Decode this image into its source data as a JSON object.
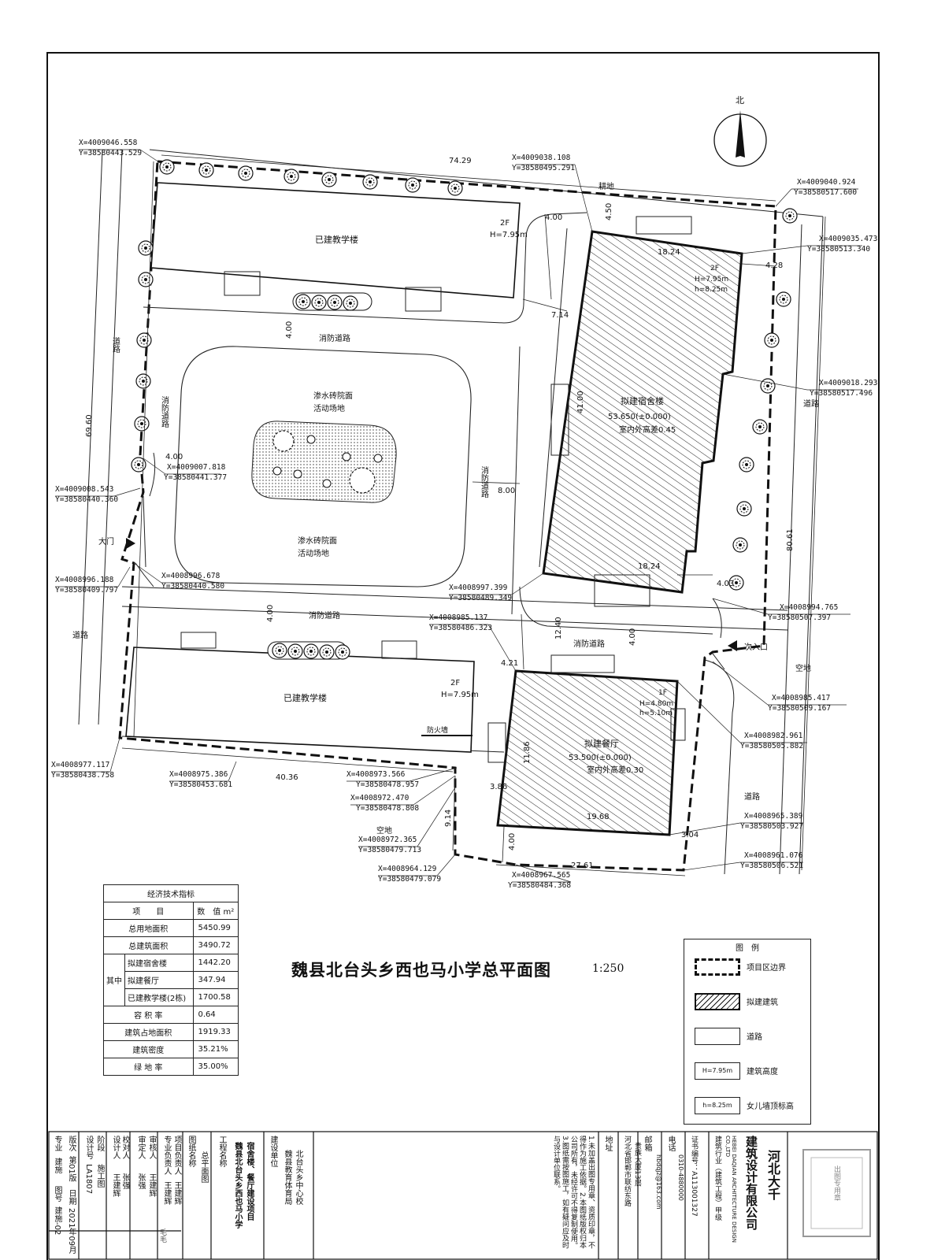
{
  "plan": {
    "title": "魏县北台头乡西也马小学总平面图",
    "scale": "1:250",
    "north_label": "北",
    "buildings": {
      "teach_top": {
        "name": "已建教学楼",
        "floors": "2F",
        "height": "H=7.95m"
      },
      "teach_bottom": {
        "name": "已建教学楼",
        "floors": "2F",
        "height": "H=7.95m",
        "firewall": "防火墙"
      },
      "dorm": {
        "name": "拟建宿舍楼",
        "floors": "2F",
        "height": "H=7.95m",
        "parapet": "h=8.25m",
        "elev": "53.650(±0.000)",
        "diff": "室内外高差0.45"
      },
      "canteen": {
        "name": "拟建餐厅",
        "floors": "1F",
        "height": "H=4.80m",
        "parapet": "h=5.10m",
        "elev": "53.500(±0.000)",
        "diff": "室内外高差0.30"
      }
    },
    "areas": {
      "play1a": "渗水砖院面",
      "play1b": "活动场地",
      "play2a": "渗水砖院面",
      "play2b": "活动场地",
      "fire_road": "消防道路",
      "fire_road_v1": "消防道路",
      "road": "道路",
      "farmland": "耕地",
      "space": "空地",
      "main_gate": "大门",
      "side_gate": "次入口"
    },
    "dims": [
      "74.29",
      "69.60",
      "80.61",
      "40.36",
      "27.61",
      "4.00",
      "4.50",
      "18.24",
      "4.28",
      "7.14",
      "8.00",
      "4.03",
      "12.40",
      "4.21",
      "3.86",
      "19.68",
      "3.04",
      "9.14",
      "11.86",
      "41.00"
    ],
    "coords": [
      {
        "x": "X=4009046.558",
        "y": "Y=38580443.529"
      },
      {
        "x": "X=4009038.108",
        "y": "Y=38580495.291"
      },
      {
        "x": "X=4009040.924",
        "y": "Y=38580517.600"
      },
      {
        "x": "X=4009035.473",
        "y": "Y=38580513.340"
      },
      {
        "x": "X=4009018.293",
        "y": "Y=38580517.496"
      },
      {
        "x": "X=4009007.818",
        "y": "Y=38580441.377"
      },
      {
        "x": "X=4009008.543",
        "y": "Y=38580440.360"
      },
      {
        "x": "X=4008996.678",
        "y": "Y=38580440.580"
      },
      {
        "x": "X=4008996.188",
        "y": "Y=38580409.797"
      },
      {
        "x": "X=4008997.399",
        "y": "Y=38580489.349"
      },
      {
        "x": "X=4008994.765",
        "y": "Y=38580507.397"
      },
      {
        "x": "X=4008985.137",
        "y": "Y=38580486.323"
      },
      {
        "x": "X=4008985.417",
        "y": "Y=38580509.167"
      },
      {
        "x": "X=4008982.961",
        "y": "Y=38580505.882"
      },
      {
        "x": "X=4008977.117",
        "y": "Y=38580438.758"
      },
      {
        "x": "X=4008975.386",
        "y": "Y=38580453.681"
      },
      {
        "x": "X=4008973.566",
        "y": "Y=38580478.957"
      },
      {
        "x": "X=4008972.470",
        "y": "Y=38580478.808"
      },
      {
        "x": "X=4008972.365",
        "y": "Y=38580479.713"
      },
      {
        "x": "X=4008965.389",
        "y": "Y=38580503.927"
      },
      {
        "x": "X=4008961.076",
        "y": "Y=38580506.521"
      },
      {
        "x": "X=4008964.129",
        "y": "Y=38580479.079"
      },
      {
        "x": "X=4008967.565",
        "y": "Y=38580484.368"
      }
    ]
  },
  "indicators": {
    "title": "经济技术指标",
    "head_item": "项　　目",
    "head_value": "数　值 m²",
    "side_label": "其中",
    "rows": [
      {
        "name": "总用地面积",
        "value": "5450.99"
      },
      {
        "name": "总建筑面积",
        "value": "3490.72"
      },
      {
        "name": "拟建宿舍楼",
        "value": "1442.20"
      },
      {
        "name": "拟建餐厅",
        "value": "347.94"
      },
      {
        "name": "已建教学楼(2栋)",
        "value": "1700.58"
      },
      {
        "name": "容 积 率",
        "value": "0.64"
      },
      {
        "name": "建筑占地面积",
        "value": "1919.33"
      },
      {
        "name": "建筑密度",
        "value": "35.21%"
      },
      {
        "name": "绿 地 率",
        "value": "35.00%"
      }
    ]
  },
  "legend": {
    "title": "图　例",
    "items": [
      {
        "sym": "",
        "label": "项目区边界"
      },
      {
        "sym": "",
        "label": "拟建建筑"
      },
      {
        "sym": "",
        "label": "道路"
      },
      {
        "sym": "H=7.95m",
        "label": "建筑高度"
      },
      {
        "sym": "h=8.25m",
        "label": "女儿墙顶标高"
      }
    ]
  },
  "titleblock": {
    "company": "河北大千",
    "company2": "建筑设计有限公司",
    "company_en": "HEBEI DAQIAN ARCHITECTURE DESIGN CO.,LTD",
    "cert1": "建筑行业（建筑工程）甲级",
    "cert2": "证书编号：A113001327",
    "tel_label": "电话",
    "tel": "0310-4880000",
    "fax_label": "邮箱",
    "fax": "hbdqjz@163.com",
    "addr_label": "地址",
    "addr": "河北省邯郸市联纺东路",
    "addr2": "贵族大厦13层",
    "notes": "1.未加盖出图专用章、资质印章，不得作为施工依据。2.本图纸版权归本公司所有，未经许可不得复制使用。3.图纸需按图施工，如有疑问应及时与设计单位联系。",
    "client_label": "建设单位",
    "client": "魏县教育体育局",
    "client2": "北台头乡中心校",
    "project_label": "工程名称",
    "project": "魏县北台头乡西也马小学",
    "project2": "宿舍楼、餐厅建设项目",
    "drawing_label": "图纸名称",
    "drawing": "总平面图",
    "roles": [
      "项目负责人",
      "专业负责人",
      "审核人",
      "审定人",
      "校对人",
      "设计人"
    ],
    "names": [
      "王建辉",
      "王建辉",
      "王建辉",
      "张强",
      "张强",
      "王建辉"
    ],
    "sign": "毛毛",
    "stage_label": "专业",
    "stage": "建施",
    "dwg_no_label": "图号",
    "dwg_no": "建施-02",
    "ver_label": "版次",
    "ver": "第01版",
    "date_label": "日期",
    "date": "2021年09月",
    "phase_label": "设计号",
    "phase": "LA1807",
    "phase2_label": "阶段",
    "phase2": "施工图",
    "seal": "出图专用章"
  }
}
